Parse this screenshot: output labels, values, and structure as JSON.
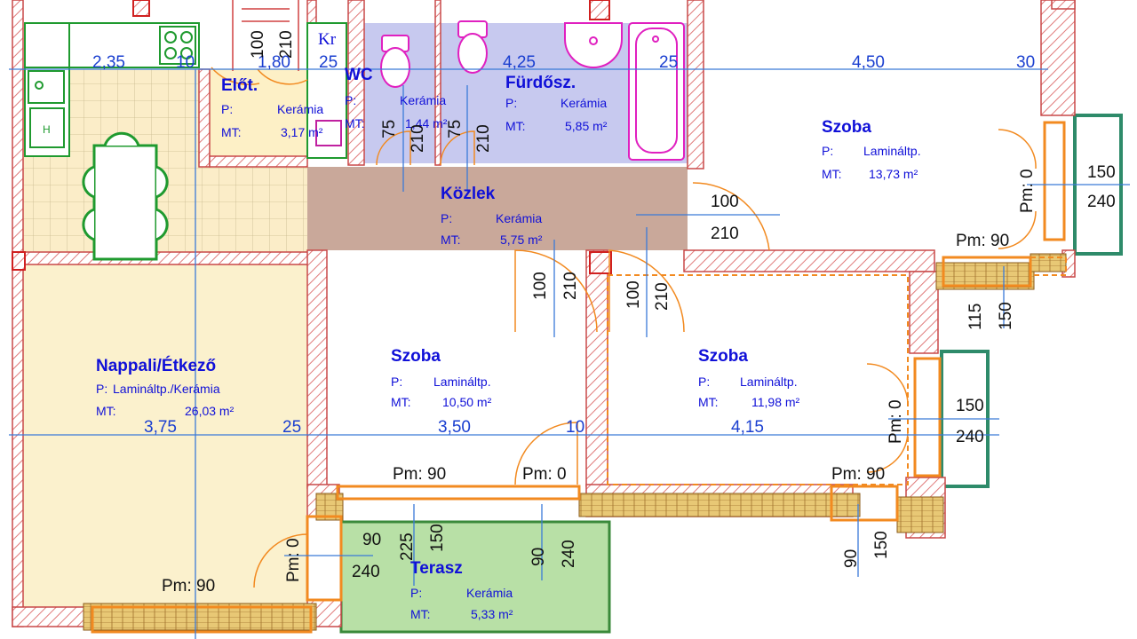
{
  "rooms": {
    "elot": {
      "name": "Előt.",
      "floor": "Kerámia",
      "area": "3,17 m²"
    },
    "wc": {
      "name": "WC",
      "floor": "Kerámia",
      "area": "1,44 m²"
    },
    "furdo": {
      "name": "Fürdősz.",
      "floor": "Kerámia",
      "area": "5,85 m²"
    },
    "szoba1": {
      "name": "Szoba",
      "floor": "Lamináltp.",
      "area": "13,73 m²"
    },
    "kozlek": {
      "name": "Közlek",
      "floor": "Kerámia",
      "area": "5,75 m²"
    },
    "nappali": {
      "name": "Nappali/Étkező",
      "floor": "Lamináltp./Kerámia",
      "area": "26,03 m²"
    },
    "szoba2": {
      "name": "Szoba",
      "floor": "Lamináltp.",
      "area": "10,50 m²"
    },
    "szoba3": {
      "name": "Szoba",
      "floor": "Lamináltp.",
      "area": "11,98 m²"
    },
    "terasz": {
      "name": "Terasz",
      "floor": "Kerámia",
      "area": "5,33 m²"
    }
  },
  "labels": {
    "p": "P:",
    "mt": "MT:",
    "kr": "Kr"
  },
  "dims": {
    "top": [
      "2,35",
      "10",
      "1,80",
      "25",
      "4,25",
      "25",
      "4,50",
      "30"
    ],
    "mid": [
      "3,75",
      "25",
      "3,50",
      "10",
      "4,15"
    ]
  },
  "openings": {
    "elot_door": [
      "100",
      "210"
    ],
    "wc_door": [
      "75",
      "210"
    ],
    "furdo_door": [
      "75",
      "210"
    ],
    "kozlek_door": [
      "100",
      "210"
    ],
    "szoba2_door": [
      "100",
      "210"
    ],
    "szoba3_door": [
      "100",
      "210"
    ],
    "szoba1_window": [
      "150",
      "240"
    ],
    "szoba1_balcony": [
      "115",
      "150"
    ],
    "szoba3_window": [
      "150",
      "240"
    ],
    "terasz_door_left": [
      "90",
      "240"
    ],
    "terasz_door_mid": [
      "225",
      "150"
    ],
    "terasz_door_right": [
      "90",
      "240"
    ],
    "szoba3_bottom_window": [
      "90",
      "150"
    ]
  },
  "parapets": {
    "szoba1": "Pm: 90",
    "szoba1_side": "Pm: 0",
    "szoba2_left": "Pm: 90",
    "szoba2_right": "Pm: 0",
    "szoba3": "Pm: 90",
    "szoba3_side": "Pm: 0",
    "nappali": "Pm: 90",
    "nappali_side": "Pm: 0"
  }
}
